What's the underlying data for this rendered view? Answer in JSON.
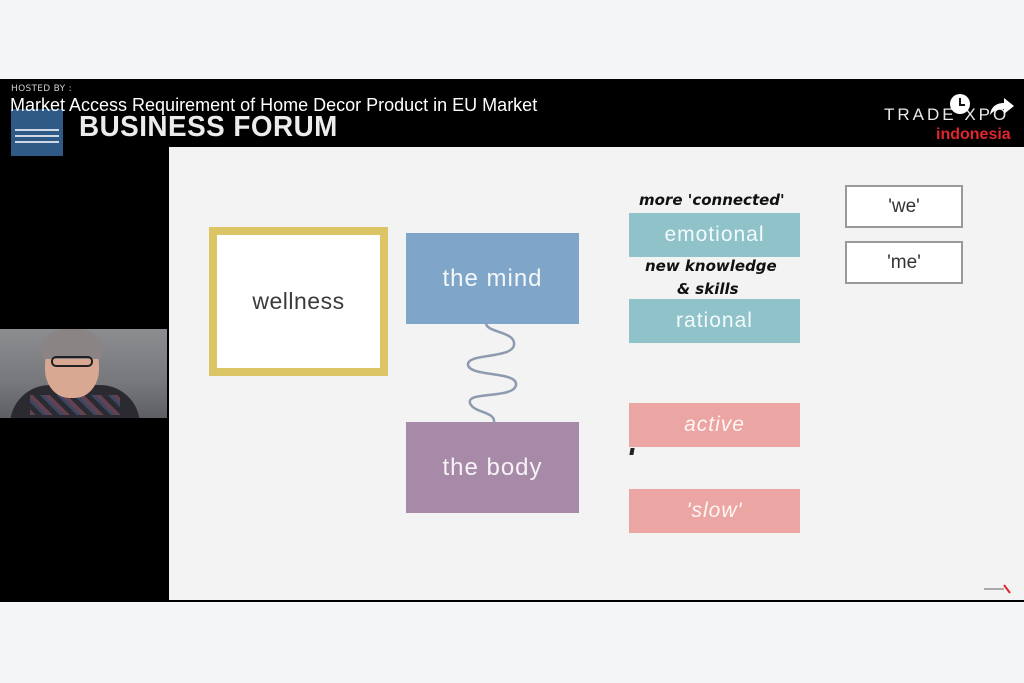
{
  "header": {
    "hosted_by": "HOSTED BY :",
    "title": "Market Access Requirement of Home Decor Product in EU Market",
    "forum": "BUSINESS FORUM",
    "brand_trade": "TRADE XPO",
    "brand_country": "indonesia"
  },
  "slide": {
    "wellness": "wellness",
    "mind": "the mind",
    "body": "the body",
    "emotional": "emotional",
    "rational": "rational",
    "active": "active",
    "slow": "'slow'",
    "we": "'we'",
    "me": "'me'",
    "note_connected": "more 'connected'",
    "note_knowledge_1": "new knowledge",
    "note_knowledge_2": "& skills"
  },
  "icons": [
    "clock-icon",
    "share-icon"
  ],
  "colors": {
    "wellness_border": "#dcc565",
    "mind": "#7fa6c8",
    "body": "#a68aa7",
    "teal": "#8fc3c9",
    "pink": "#eba6a3",
    "brand_red": "#e0262c"
  }
}
